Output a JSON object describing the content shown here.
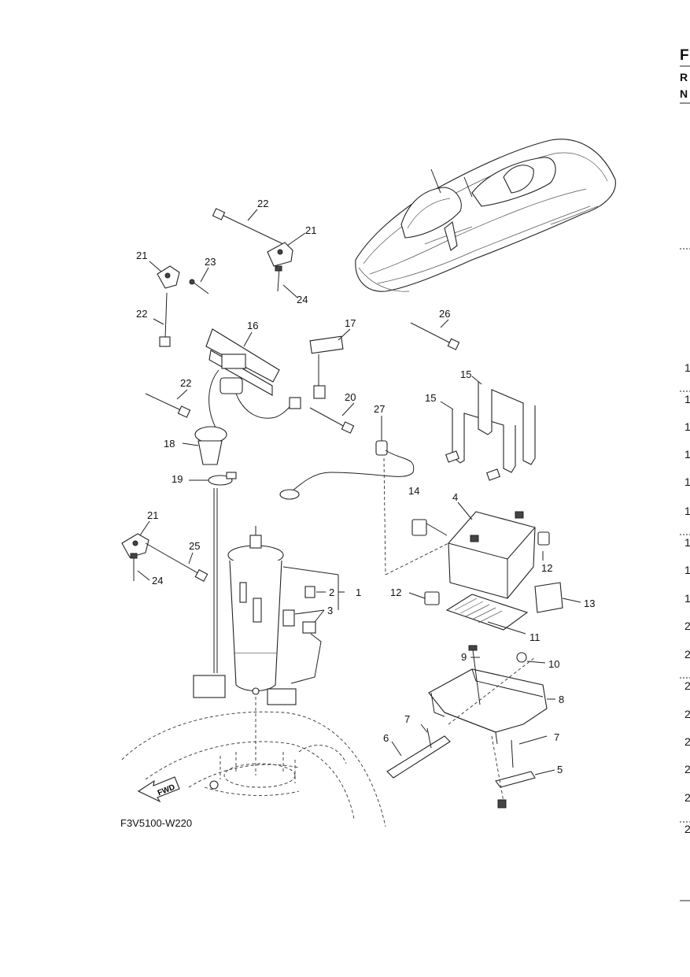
{
  "page": {
    "edge_heading": "F",
    "edge_column_headers": [
      "R",
      "N"
    ],
    "edge_row_numbers": [
      "1",
      "1",
      "1",
      "1",
      "1",
      "1",
      "1",
      "1",
      "1",
      "2",
      "2",
      "2",
      "2",
      "2",
      "2",
      "2",
      "2"
    ]
  },
  "diagram": {
    "figure_code": "F3V5100-W220",
    "fwd_label": "FWD",
    "callouts": [
      "1",
      "2",
      "3",
      "4",
      "5",
      "6",
      "7",
      "7",
      "8",
      "9",
      "10",
      "11",
      "12",
      "12",
      "13",
      "14",
      "15",
      "15",
      "16",
      "17",
      "18",
      "19",
      "20",
      "21",
      "21",
      "21",
      "22",
      "22",
      "22",
      "23",
      "24",
      "24",
      "25",
      "26",
      "27"
    ]
  }
}
